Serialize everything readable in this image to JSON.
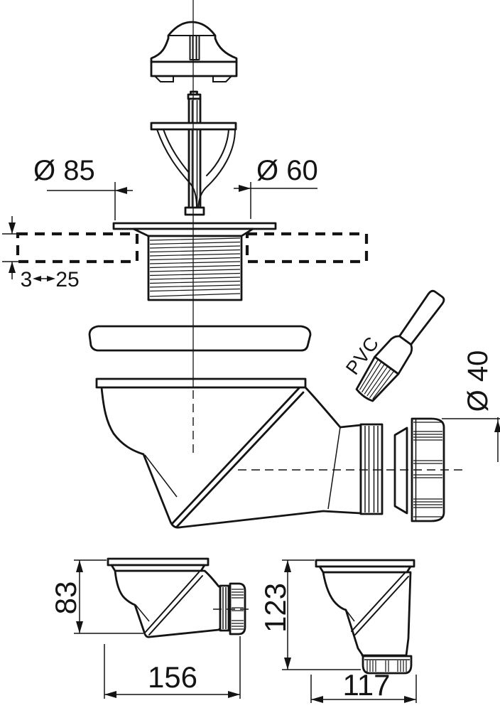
{
  "drawing": {
    "description": "Exploded technical line drawing of a shower-tray drain trap with twist plug, clamping flange, gasket, angled trap body, union nut and two dimensioned part views",
    "colors": {
      "ink": "#141414",
      "background": "#ffffff"
    },
    "dimensions": {
      "flange_diameter": "Ø 85",
      "waste_diameter": "Ø 60",
      "deck_thickness_min": "3",
      "deck_thickness_max": "25",
      "outlet_diameter": "Ø 40",
      "side_view_height": "83",
      "side_view_width": "156",
      "front_view_height": "123",
      "front_view_width": "117"
    },
    "annotations": {
      "glue_label": "PVC"
    },
    "icons": [
      "pvc-glue-brush-icon"
    ]
  }
}
